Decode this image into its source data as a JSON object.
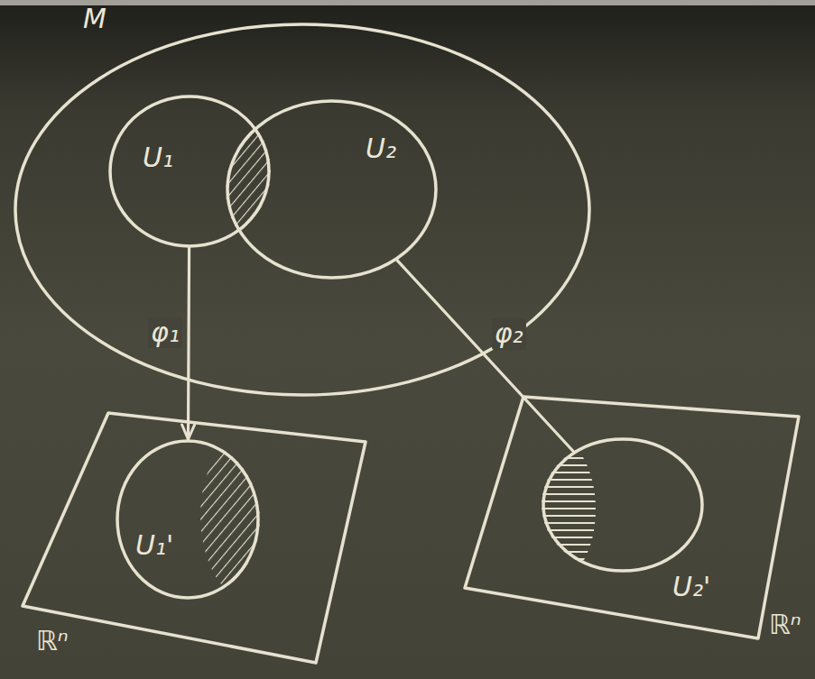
{
  "diagram": {
    "nodes": [
      {
        "text": [
          "M"
        ]
      },
      {
        "text": [
          "U₁"
        ],
        "in": 0
      },
      {
        "text": [
          "U₂"
        ],
        "in": 0
      },
      {
        "text": [
          "ℝⁿ"
        ]
      },
      {
        "text": [
          "U₁'"
        ],
        "in": 3
      },
      {
        "text": [
          "ℝⁿ"
        ]
      },
      {
        "text": [
          "U₂'"
        ],
        "in": 5
      }
    ],
    "edges": [
      {
        "from": 1,
        "to": 4,
        "arrow": "to",
        "label": "φ₁"
      },
      {
        "from": 2,
        "to": 6,
        "arrow": "none",
        "label": "φ₂"
      }
    ]
  }
}
